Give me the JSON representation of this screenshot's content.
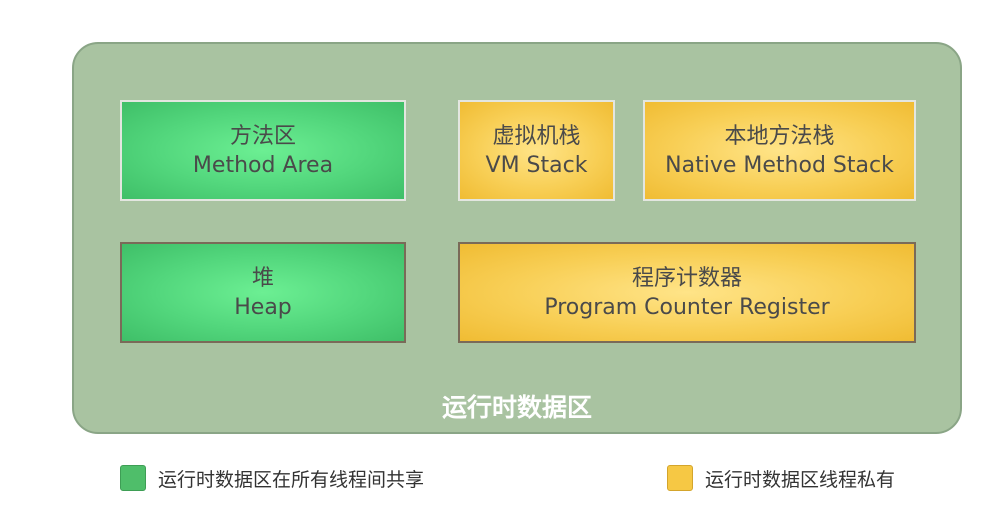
{
  "diagram": {
    "region_label": "运行时数据区",
    "boxes": [
      {
        "id": "method-area",
        "zh": "方法区",
        "en": "Method Area",
        "category": "shared"
      },
      {
        "id": "vm-stack",
        "zh": "虚拟机栈",
        "en": "VM Stack",
        "category": "private"
      },
      {
        "id": "native-method-stack",
        "zh": "本地方法栈",
        "en": "Native Method Stack",
        "category": "private"
      },
      {
        "id": "heap",
        "zh": "堆",
        "en": "Heap",
        "category": "shared"
      },
      {
        "id": "program-counter",
        "zh": "程序计数器",
        "en": "Program Counter Register",
        "category": "private"
      }
    ]
  },
  "legend": {
    "shared": {
      "label": "运行时数据区在所有线程间共享",
      "color": "#4fbe6a"
    },
    "private": {
      "label": "运行时数据区线程私有",
      "color": "#f6c844"
    }
  },
  "colors": {
    "container_bg": "#a9c3a1",
    "shared": "#52d67c",
    "private": "#f8cf56"
  }
}
